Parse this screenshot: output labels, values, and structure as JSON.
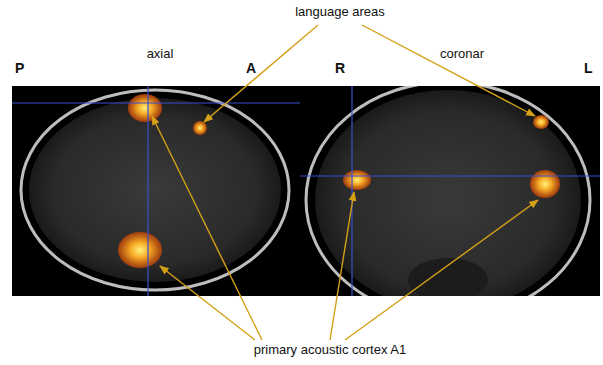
{
  "diagram": {
    "labels": [
      "language areas",
      "P",
      "axial",
      "A",
      "R",
      "coronar",
      "L",
      "primary acoustic cortex A1"
    ]
  }
}
